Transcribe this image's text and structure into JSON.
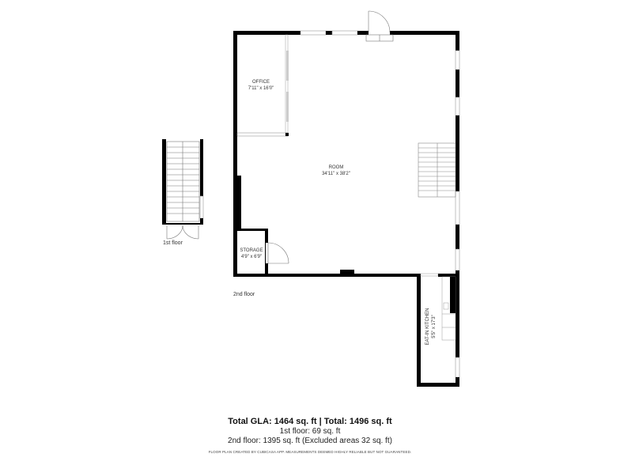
{
  "rooms": {
    "office": {
      "name": "OFFICE",
      "dims": "7'11\" x 16'0\""
    },
    "room": {
      "name": "ROOM",
      "dims": "34'11\" x 38'2\""
    },
    "storage": {
      "name": "STORAGE",
      "dims": "4'9\" x 6'9\""
    },
    "kitchen": {
      "name": "EAT-IN KITCHEN",
      "dims": "5'5\" x 17'3\""
    }
  },
  "floors": {
    "first": {
      "label": "1st floor"
    },
    "second": {
      "label": "2nd floor"
    }
  },
  "summary": {
    "total": "Total GLA: 1464 sq. ft | Total: 1496 sq. ft",
    "first_floor": "1st floor: 69 sq. ft",
    "second_floor": "2nd floor: 1395 sq. ft (Excluded areas 32 sq. ft)"
  },
  "disclaimer": "FLOOR PLAN CREATED BY CUBICASA APP. MEASUREMENTS DEEMED HIGHLY RELIABLE BUT NOT GUARANTEED.",
  "colors": {
    "wall": "#000000",
    "window": "#bdbdbd",
    "line": "#888888",
    "background": "#ffffff"
  }
}
